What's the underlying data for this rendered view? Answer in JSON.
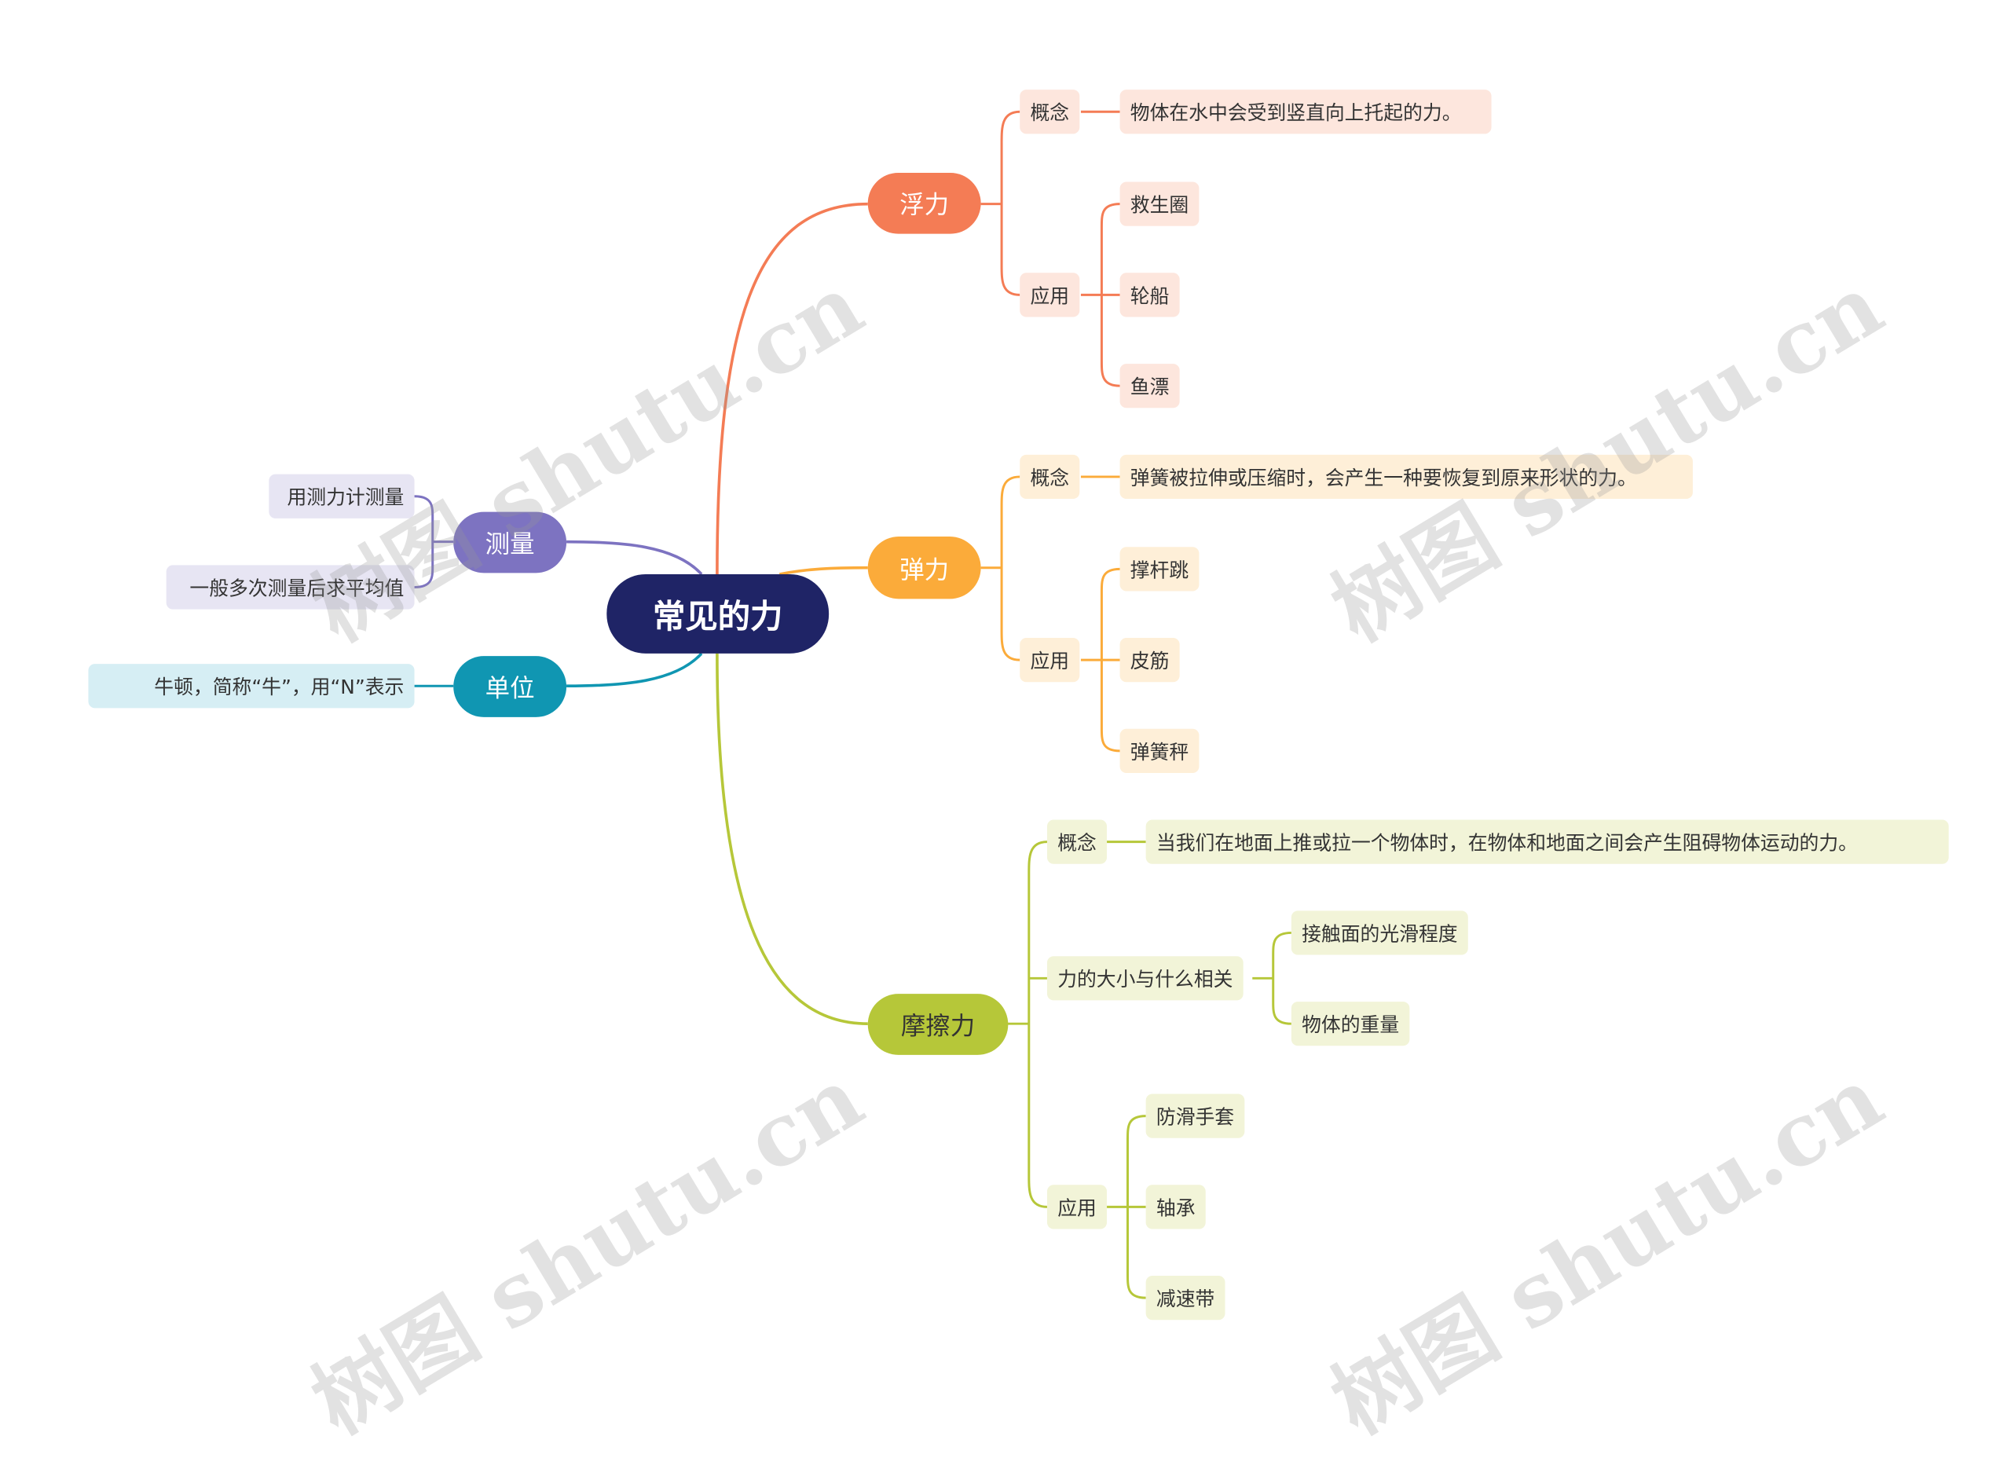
{
  "root": "常见的力",
  "colors": {
    "root": "#1f2466",
    "buoyancy": "#f47c55",
    "elastic": "#fbab3a",
    "friction": "#b6c739",
    "measure": "#7d73c1",
    "unit": "#1096b2"
  },
  "buoyancy": {
    "title": "浮力",
    "concept_label": "概念",
    "concept_text": "物体在水中会受到竖直向上托起的力。",
    "application_label": "应用",
    "applications": [
      "救生圈",
      "轮船",
      "鱼漂"
    ]
  },
  "elastic": {
    "title": "弹力",
    "concept_label": "概念",
    "concept_text": "弹簧被拉伸或压缩时，会产生一种要恢复到原来形状的力。",
    "application_label": "应用",
    "applications": [
      "撑杆跳",
      "皮筋",
      "弹簧秤"
    ]
  },
  "friction": {
    "title": "摩擦力",
    "concept_label": "概念",
    "concept_text": "当我们在地面上推或拉一个物体时，在物体和地面之间会产生阻碍物体运动的力。",
    "factors_label": "力的大小与什么相关",
    "factors": [
      "接触面的光滑程度",
      "物体的重量"
    ],
    "application_label": "应用",
    "applications": [
      "防滑手套",
      "轴承",
      "减速带"
    ]
  },
  "measure": {
    "title": "测量",
    "items": [
      "用测力计测量",
      "一般多次测量后求平均值"
    ]
  },
  "unit": {
    "title": "单位",
    "items": [
      "牛顿，简称“牛”，用“N”表示"
    ]
  },
  "watermark": "树图 shutu.cn"
}
